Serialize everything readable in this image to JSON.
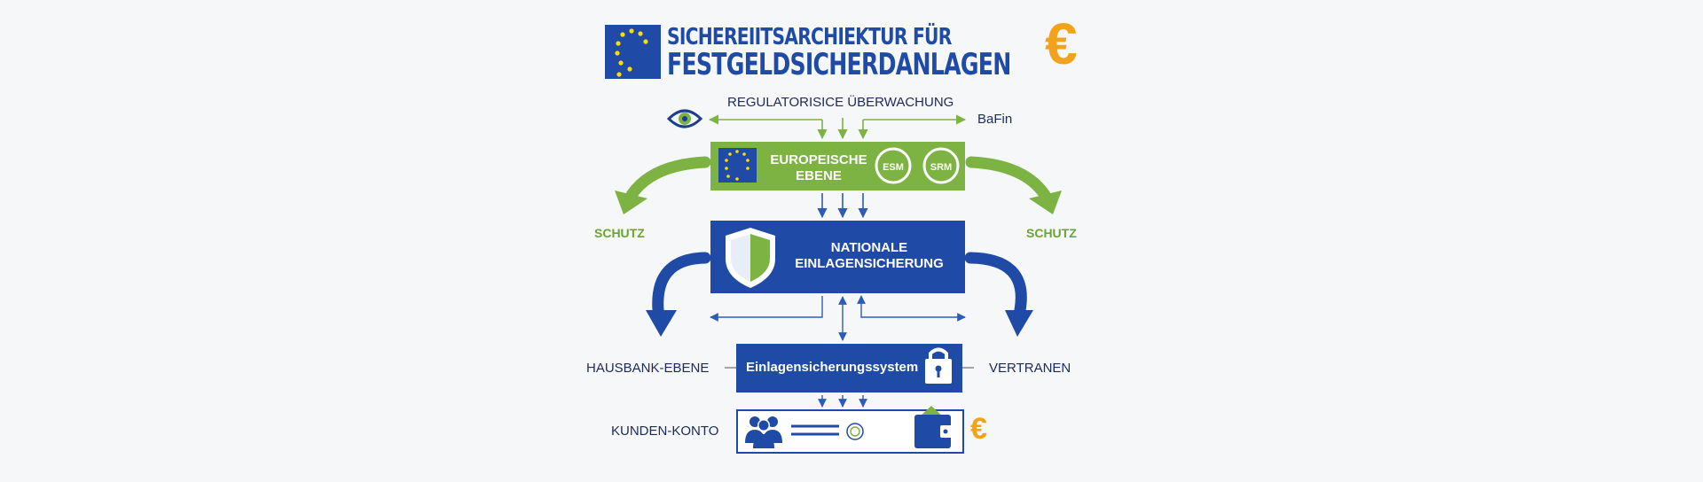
{
  "title": {
    "line1": "SICHEREIITSARCHIEKTUR  FÜR",
    "line2": "FESTGELDSICHERDANLAGEN"
  },
  "regulatory": {
    "label": "REGULATORISICE ÜBERWACHUNG",
    "authority": "BaFin"
  },
  "european_level": {
    "label_line1": "EUROPEISCHE",
    "label_line2": "EBENE",
    "badges": [
      "ESM",
      "SRM"
    ]
  },
  "protection": {
    "left": "SCHUTZ",
    "right": "SCHUTZ"
  },
  "national": {
    "label_line1": "NATIONALE",
    "label_line2": "EINLAGENSICHERUNG"
  },
  "house_bank": {
    "left_label": "HAUSBANK-EBENE",
    "box_label": "Einlagensicherungssystem",
    "right_label": "VERTRANEN"
  },
  "customer": {
    "label": "KUNDEN-KONTO"
  },
  "currency_symbol": "€",
  "colors": {
    "eu_blue": "#1f4aa6",
    "green": "#7cb342",
    "dark_blue": "#1b3f8f",
    "navy": "#1b2b5a",
    "gold": "#f2a31b",
    "star_yellow": "#ffdd00"
  },
  "icons": [
    "eu-flag-icon",
    "euro-icon",
    "eye-icon",
    "shield-icon",
    "lock-icon",
    "people-icon",
    "coin-icon",
    "wallet-icon"
  ]
}
